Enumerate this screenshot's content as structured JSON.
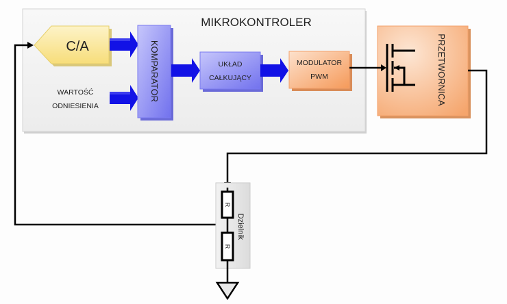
{
  "diagram": {
    "microcontroller": {
      "title": "MIKROKONTROLER"
    },
    "blocks": {
      "dac": {
        "label": "C/A"
      },
      "reference": {
        "line1": "WARTOŚĆ",
        "line2": "ODNIESIENIA"
      },
      "comparator": {
        "label": "KOMPARATOR"
      },
      "integrator": {
        "line1": "UKŁAD",
        "line2": "CAŁKUJĄCY"
      },
      "pwm": {
        "line1": "MODULATOR",
        "line2": "PWM"
      },
      "converter": {
        "label": "PRZETWORNICA"
      },
      "divider": {
        "label": "Dzielnik",
        "resistor1": "R",
        "resistor2": "R"
      }
    },
    "colors": {
      "dac_fill": "#fbe9a0",
      "block_blue": "#8f8ff5",
      "arrow_blue": "#1010e8",
      "orange": "#f8b07a",
      "mcu_bg": "#f1f1f1",
      "wire": "#000000"
    }
  }
}
